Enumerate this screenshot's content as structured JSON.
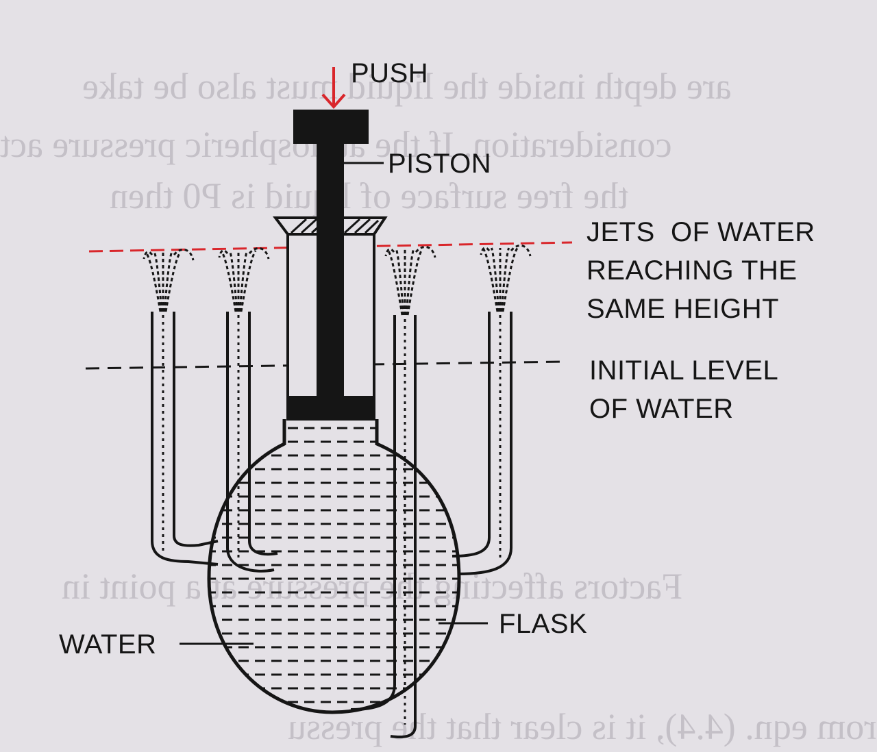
{
  "labels": {
    "push": "PUSH",
    "piston": "PISTON",
    "jets_line1": "JETS  OF WATER",
    "jets_line2": "REACHING THE",
    "jets_line3": "SAME HEIGHT",
    "initial_line1": "INITIAL LEVEL",
    "initial_line2": "OF WATER",
    "flask": "FLASK",
    "water": "WATER"
  },
  "colors": {
    "paper": "#e4e1e6",
    "ink": "#151515",
    "push_arrow": "#d9262b",
    "jets_level_line": "#d9262b",
    "initial_level_line": "#151515"
  },
  "icons": {
    "push_arrow": "arrow-down-icon"
  }
}
